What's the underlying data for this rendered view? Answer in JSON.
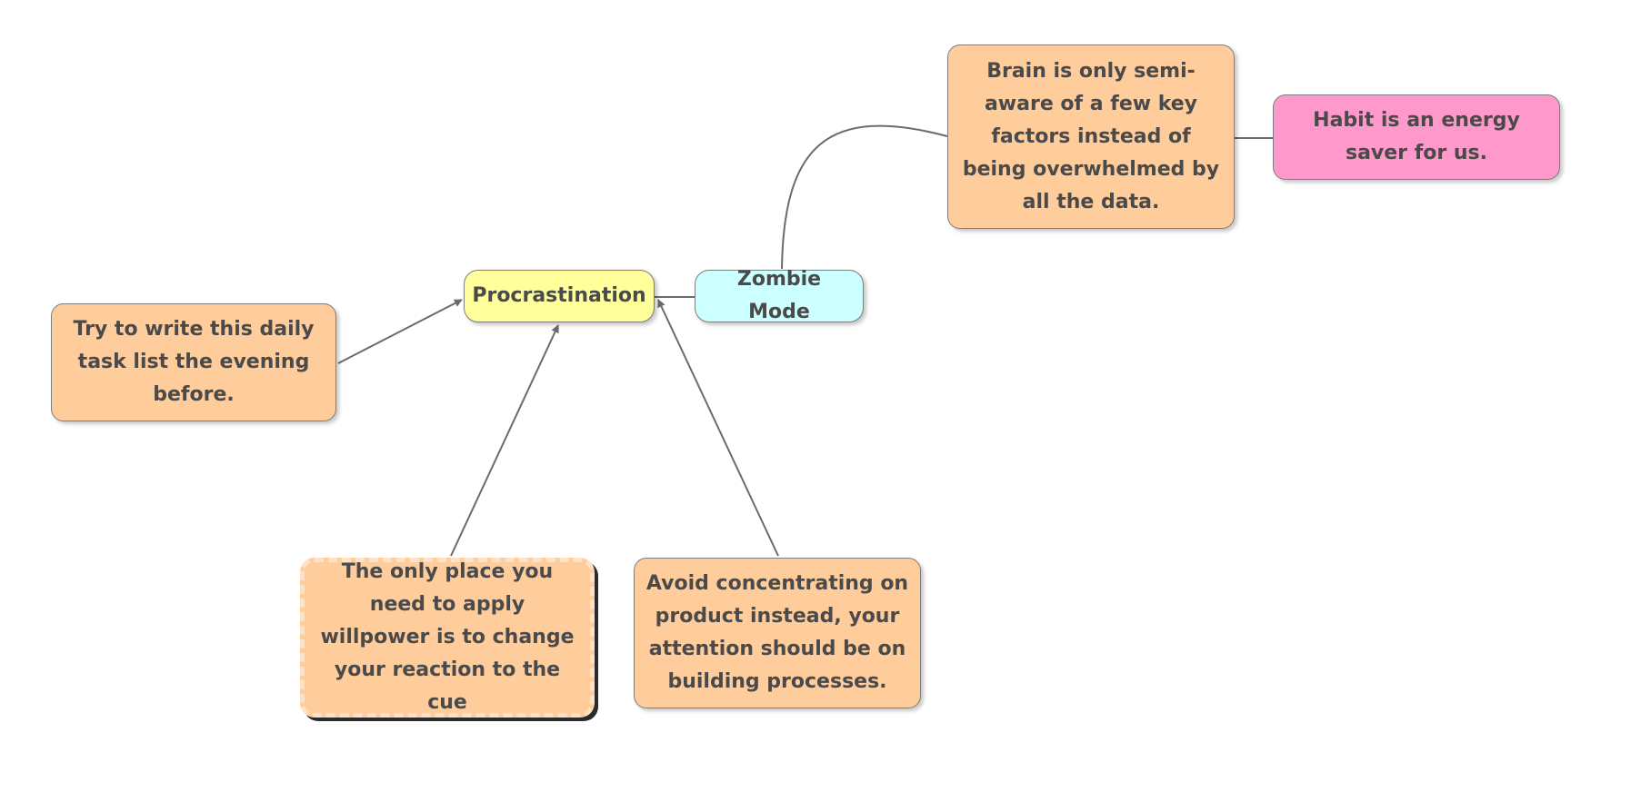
{
  "nodes": {
    "procrastination": "Procrastination",
    "zombie_mode": "Zombie Mode",
    "brain": "Brain is only semi-aware of a few key factors instead of being overwhelmed by all the data.",
    "habit": "Habit is an energy saver for us.",
    "try_write": "Try to write this daily task list the evening before.",
    "willpower": "The only place you need to apply willpower is to change your reaction to the cue",
    "avoid": "Avoid concentrating on product instead, your attention should be on building processes."
  },
  "colors": {
    "orange": "#ffcc9c",
    "yellow": "#ffff9c",
    "cyan": "#ccffff",
    "pink": "#ff99cc",
    "connector": "#6b6b6b",
    "text": "#4a4a4a"
  }
}
